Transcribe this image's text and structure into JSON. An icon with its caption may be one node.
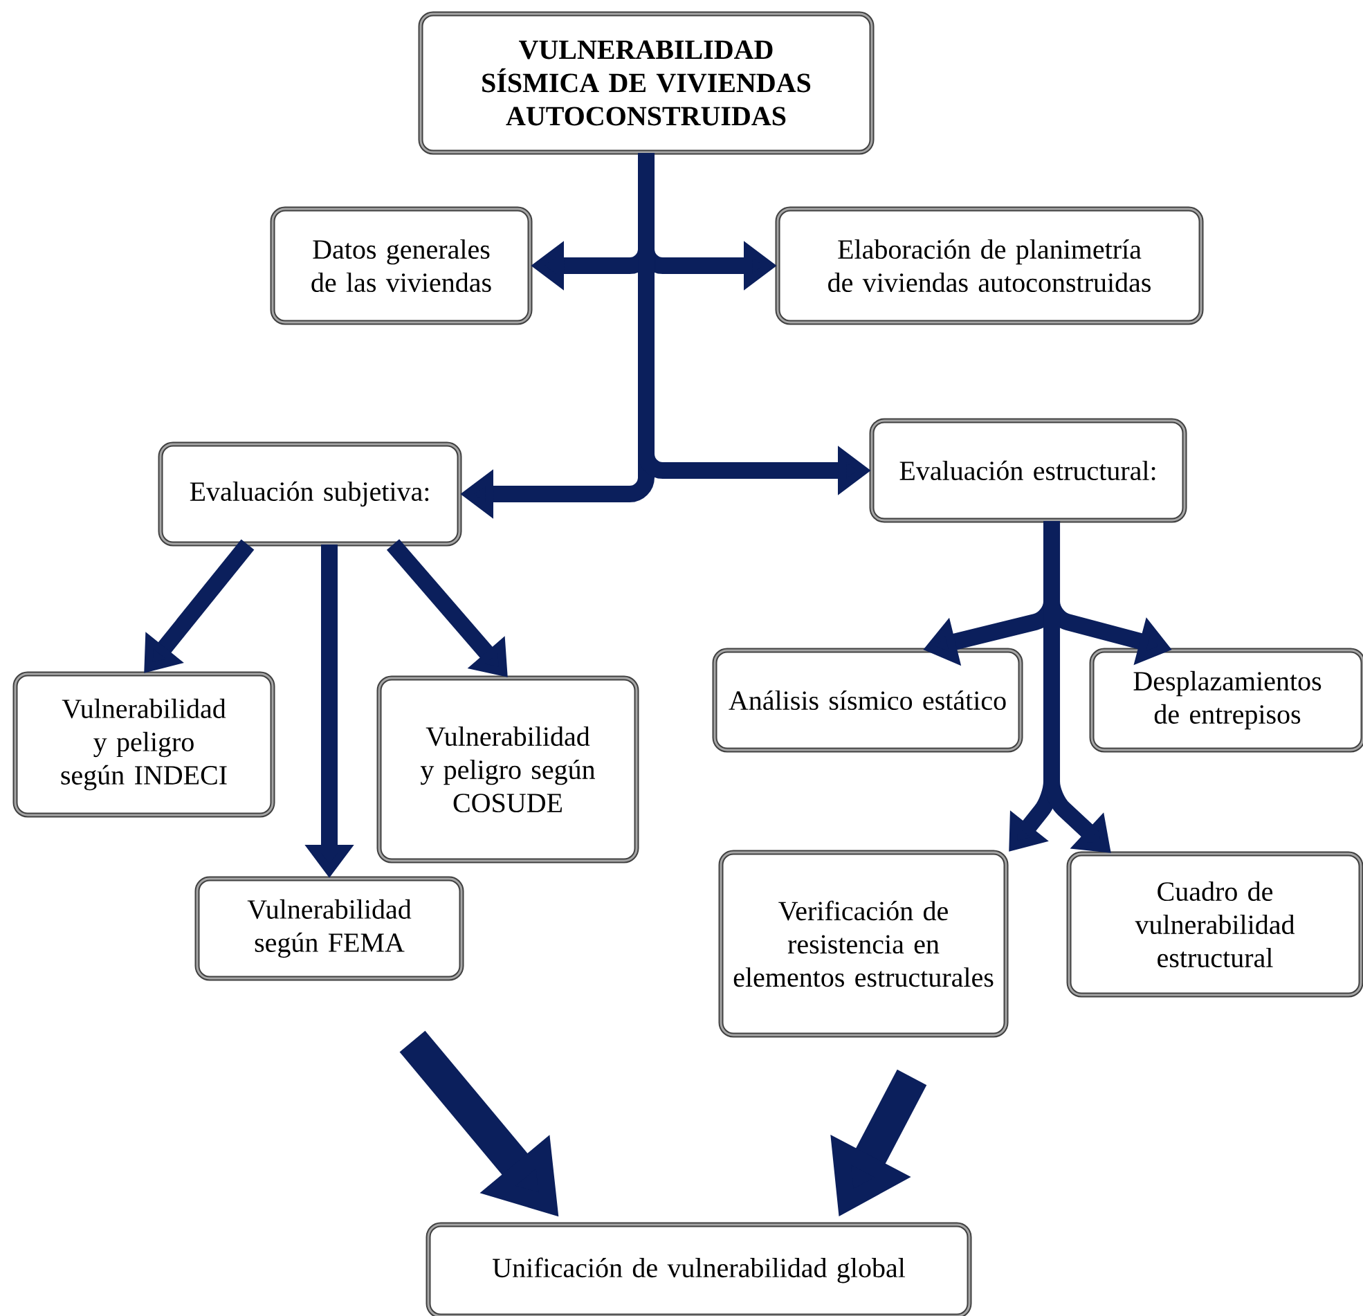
{
  "diagram": {
    "nodes": [
      {
        "text": [
          "VULNERABILIDAD SÍSMICA DE VIVIENDAS AUTOCONSTRUIDAS"
        ]
      },
      {
        "text": [
          "Datos generales de las viviendas"
        ]
      },
      {
        "text": [
          "Elaboración de planimetría de viviendas autoconstruidas"
        ]
      },
      {
        "text": [
          "Evaluación subjetiva:"
        ]
      },
      {
        "text": [
          "Evaluación estructural:"
        ]
      },
      {
        "text": [
          "Vulnerabilidad y peligro según INDECI"
        ]
      },
      {
        "text": [
          "Vulnerabilidad según FEMA"
        ]
      },
      {
        "text": [
          "Vulnerabilidad y peligro según COSUDE"
        ]
      },
      {
        "text": [
          "Análisis sísmico estático"
        ]
      },
      {
        "text": [
          "Desplazamientos de entrepisos"
        ]
      },
      {
        "text": [
          "Verificación de resistencia en elementos estructurales"
        ]
      },
      {
        "text": [
          "Cuadro de vulnerabilidad estructural"
        ]
      },
      {
        "text": [
          "Unificación de vulnerabilidad global"
        ]
      }
    ],
    "edges": [
      {
        "from": 0,
        "to": 1,
        "arrow": "to"
      },
      {
        "from": 0,
        "to": 2,
        "arrow": "to"
      },
      {
        "from": 0,
        "to": 3,
        "arrow": "to"
      },
      {
        "from": 0,
        "to": 4,
        "arrow": "to"
      },
      {
        "from": 3,
        "to": 5,
        "arrow": "to"
      },
      {
        "from": 3,
        "to": 6,
        "arrow": "to"
      },
      {
        "from": 3,
        "to": 7,
        "arrow": "to"
      },
      {
        "from": 4,
        "to": 8,
        "arrow": "to"
      },
      {
        "from": 4,
        "to": 9,
        "arrow": "to"
      },
      {
        "from": 4,
        "to": 10,
        "arrow": "to"
      },
      {
        "from": 4,
        "to": 11,
        "arrow": "to"
      },
      {
        "from": 6,
        "to": 12,
        "arrow": "to",
        "style": "thick"
      },
      {
        "from": 10,
        "to": 12,
        "arrow": "to",
        "style": "thick"
      }
    ]
  }
}
